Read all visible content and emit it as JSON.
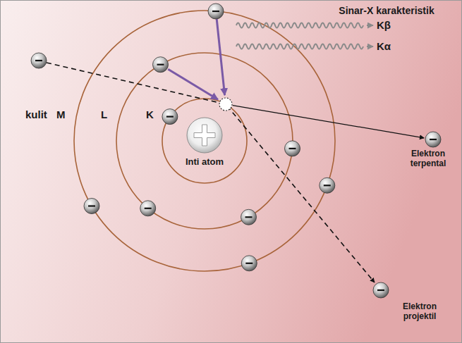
{
  "diagram": {
    "labels": [
      "Sinar-X karakteristik",
      "Kβ",
      "Kα",
      "kulit",
      "M",
      "L",
      "K",
      "Inti atom",
      "Elektron terpental",
      "Elektron projektil"
    ]
  }
}
